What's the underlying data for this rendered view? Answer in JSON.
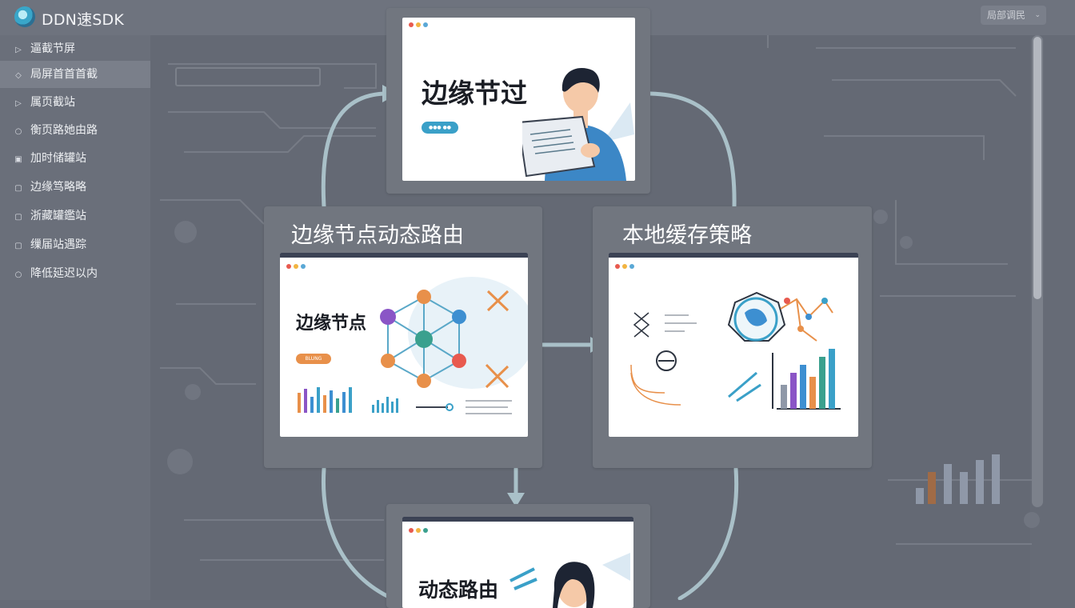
{
  "app": {
    "title": "DDN速SDK"
  },
  "topbar": {
    "select_value": "局部调民"
  },
  "sidebar": {
    "items": [
      {
        "label": "逼截节屏",
        "icon": "play-icon"
      },
      {
        "label": "局屏首首首截",
        "icon": "eye-icon",
        "active": true
      },
      {
        "label": "属页截站",
        "icon": "play-icon"
      },
      {
        "label": "衡页路她由路",
        "icon": "circle-icon"
      },
      {
        "label": "加时储罐站",
        "icon": "square-icon"
      },
      {
        "label": "边缘笃略略",
        "icon": "square-icon"
      },
      {
        "label": "浙藏罐鑑站",
        "icon": "square-icon"
      },
      {
        "label": "缫届站遇踪",
        "icon": "square-icon"
      },
      {
        "label": "降低延迟以内",
        "icon": "circle-icon"
      }
    ]
  },
  "flow": {
    "top_card": {
      "heading": "边缘节过",
      "button": "●●● ●●"
    },
    "left_card": {
      "title": "边缘节点动态路由",
      "heading": "边缘节点",
      "button": "BLUNG"
    },
    "right_card": {
      "title": "本地缓存策略"
    },
    "bottom_card": {
      "heading": "动态路由"
    }
  },
  "colors": {
    "background": "#666b76",
    "sidebar": "#6a6f7a",
    "accent": "#3aa0c8",
    "orange": "#e8904a"
  }
}
